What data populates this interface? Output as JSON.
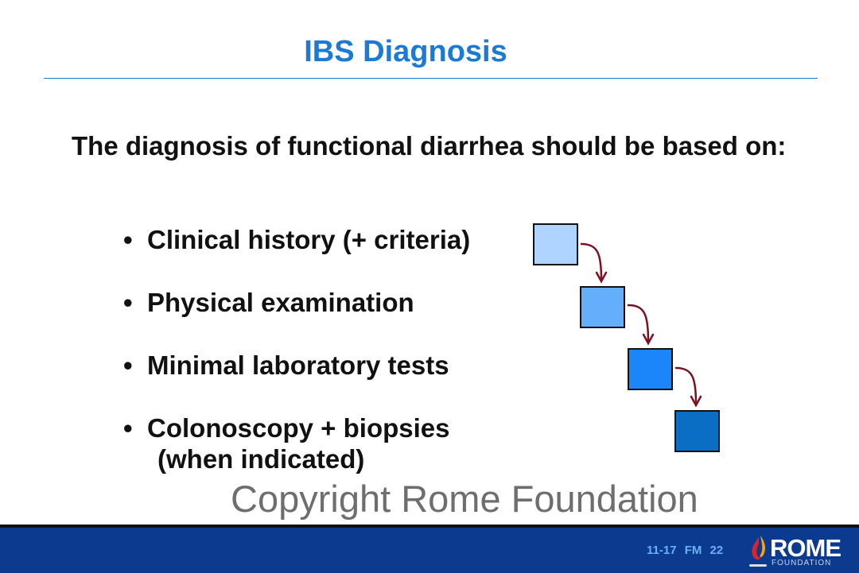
{
  "title": "IBS Diagnosis",
  "intro": "The diagnosis of functional diarrhea should be based on:",
  "bullets": [
    {
      "text": "Clinical history (+ criteria)",
      "color": "#aed4ff"
    },
    {
      "text": "Physical examination",
      "color": "#64aefc"
    },
    {
      "text": "Minimal laboratory tests",
      "color": "#1a86fa"
    },
    {
      "text": "Colonoscopy + biopsies",
      "continuation": "(when indicated)",
      "color": "#0a6ec4"
    }
  ],
  "bullet_glyph": "•",
  "watermark": "Copyright Rome Foundation",
  "footer": {
    "slide_number": "11-17 FM 22",
    "logo_name": "ROME",
    "logo_sub": "FOUNDATION"
  },
  "colors": {
    "accent": "#1a7ad4",
    "footer": "#0b3a8f",
    "arrow": "#7a1020"
  }
}
